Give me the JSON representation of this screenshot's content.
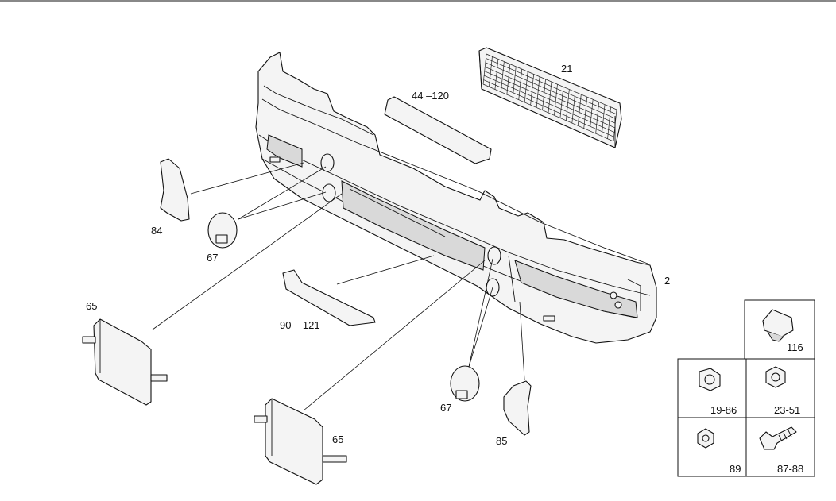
{
  "labels": {
    "p21": "21",
    "p44": "44 –120",
    "p84": "84",
    "p67a": "67",
    "p2": "2",
    "p65a": "65",
    "p90": "90 – 121",
    "p67b": "67",
    "p65b": "65",
    "p85": "85",
    "p116": "116",
    "p19": "19-86",
    "p23": "23-51",
    "p89": "89",
    "p87": "87-88"
  }
}
